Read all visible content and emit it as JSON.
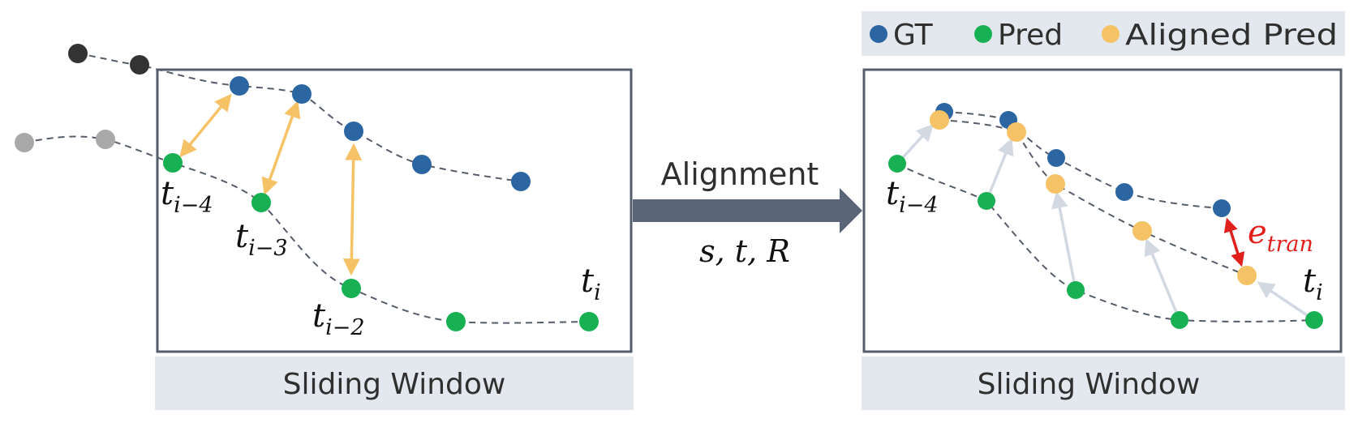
{
  "legend": {
    "items": [
      {
        "label": "GT",
        "color": "#2b66a3"
      },
      {
        "label": "Pred",
        "color": "#17b053"
      },
      {
        "label": "Aligned Pred",
        "color": "#f5c266"
      }
    ],
    "background": "#e3e7ee"
  },
  "left_panel": {
    "caption": "Sliding Window",
    "labels": {
      "t_i_minus_4": {
        "base": "t",
        "sub": "i−4"
      },
      "t_i_minus_3": {
        "base": "t",
        "sub": "i−3"
      },
      "t_i_minus_2": {
        "base": "t",
        "sub": "i−2"
      },
      "t_i": {
        "base": "t",
        "sub": "i"
      }
    }
  },
  "arrow": {
    "label": "Alignment",
    "params": "s, t, R",
    "color": "#5a6577"
  },
  "right_panel": {
    "caption": "Sliding Window",
    "labels": {
      "t_i_minus_4": {
        "base": "t",
        "sub": "i−4"
      },
      "t_i": {
        "base": "t",
        "sub": "i"
      },
      "error": {
        "base": "e",
        "sub": "tran"
      }
    }
  },
  "colors": {
    "gt": "#2b66a3",
    "pred": "#17b053",
    "aligned": "#f5c266",
    "history_dark": "#333333",
    "history_light": "#a8a8a8",
    "frame": "#555d6b",
    "caption_bg": "#e3e7ee",
    "correspondence": "#f5c266",
    "alignment_motion": "#d3d9e2",
    "error": "#e0201b"
  }
}
